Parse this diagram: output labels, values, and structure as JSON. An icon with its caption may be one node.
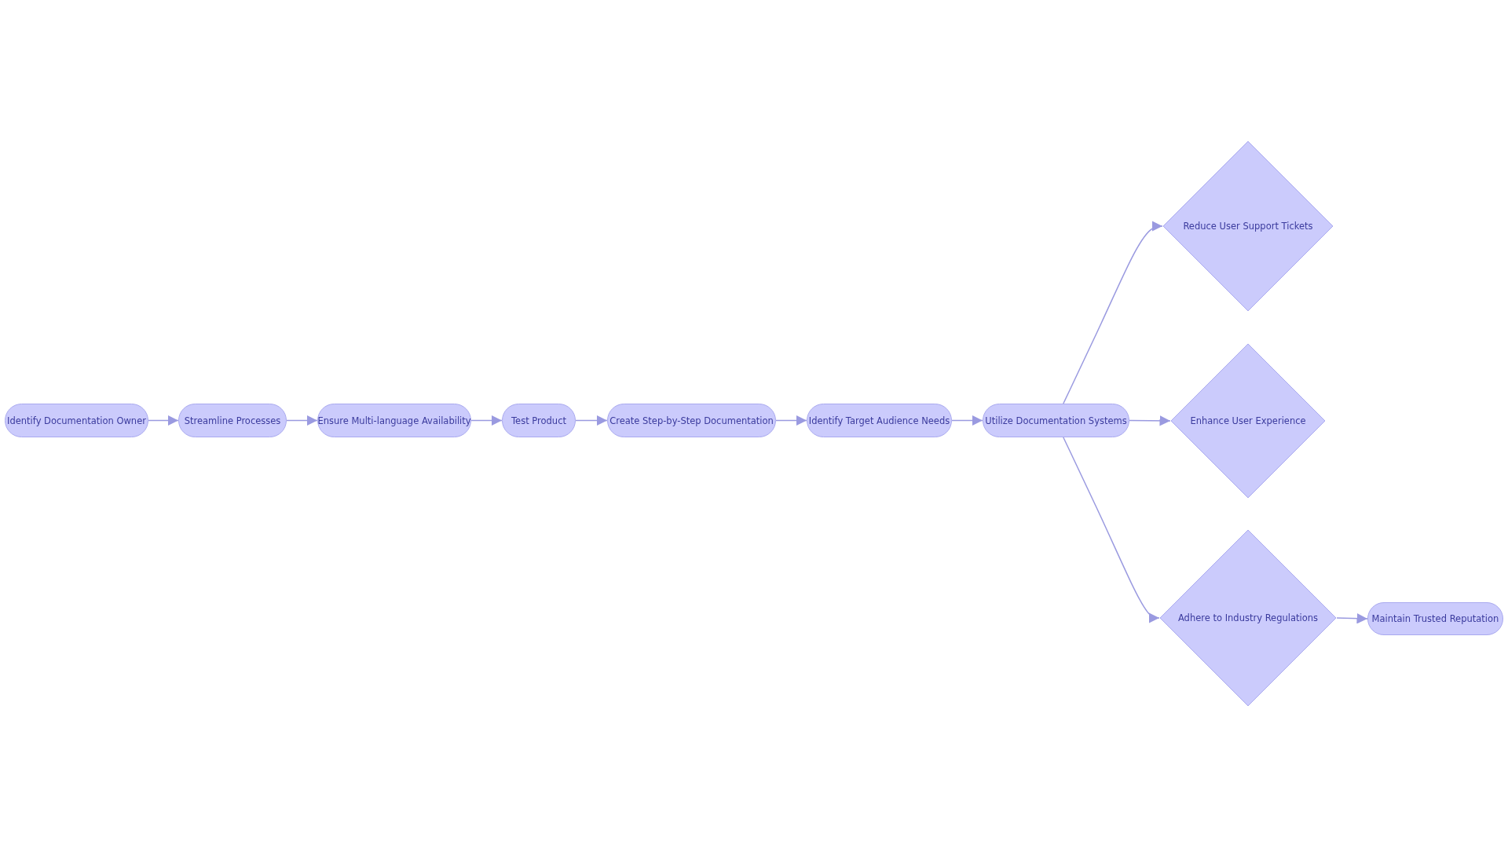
{
  "diagram": {
    "nodes": [
      {
        "text": [
          "Identify Documentation Owner"
        ]
      },
      {
        "text": [
          "Streamline Processes"
        ]
      },
      {
        "text": [
          "Ensure Multi-language Availability"
        ]
      },
      {
        "text": [
          "Test Product"
        ]
      },
      {
        "text": [
          "Create Step-by-Step Documentation"
        ]
      },
      {
        "text": [
          "Identify Target Audience Needs"
        ]
      },
      {
        "text": [
          "Utilize Documentation Systems"
        ]
      },
      {
        "text": [
          "Reduce User Support Tickets"
        ]
      },
      {
        "text": [
          "Enhance User Experience"
        ]
      },
      {
        "text": [
          "Adhere to Industry Regulations"
        ]
      },
      {
        "text": [
          "Maintain Trusted Reputation"
        ]
      }
    ],
    "edges": [
      {
        "from": 0,
        "to": 1,
        "arrow": "to"
      },
      {
        "from": 1,
        "to": 2,
        "arrow": "to"
      },
      {
        "from": 2,
        "to": 3,
        "arrow": "to"
      },
      {
        "from": 3,
        "to": 4,
        "arrow": "to"
      },
      {
        "from": 4,
        "to": 5,
        "arrow": "to"
      },
      {
        "from": 5,
        "to": 6,
        "arrow": "to"
      },
      {
        "from": 6,
        "to": 7,
        "arrow": "to"
      },
      {
        "from": 6,
        "to": 8,
        "arrow": "to"
      },
      {
        "from": 6,
        "to": 9,
        "arrow": "to"
      },
      {
        "from": 9,
        "to": 10,
        "arrow": "to"
      }
    ]
  }
}
